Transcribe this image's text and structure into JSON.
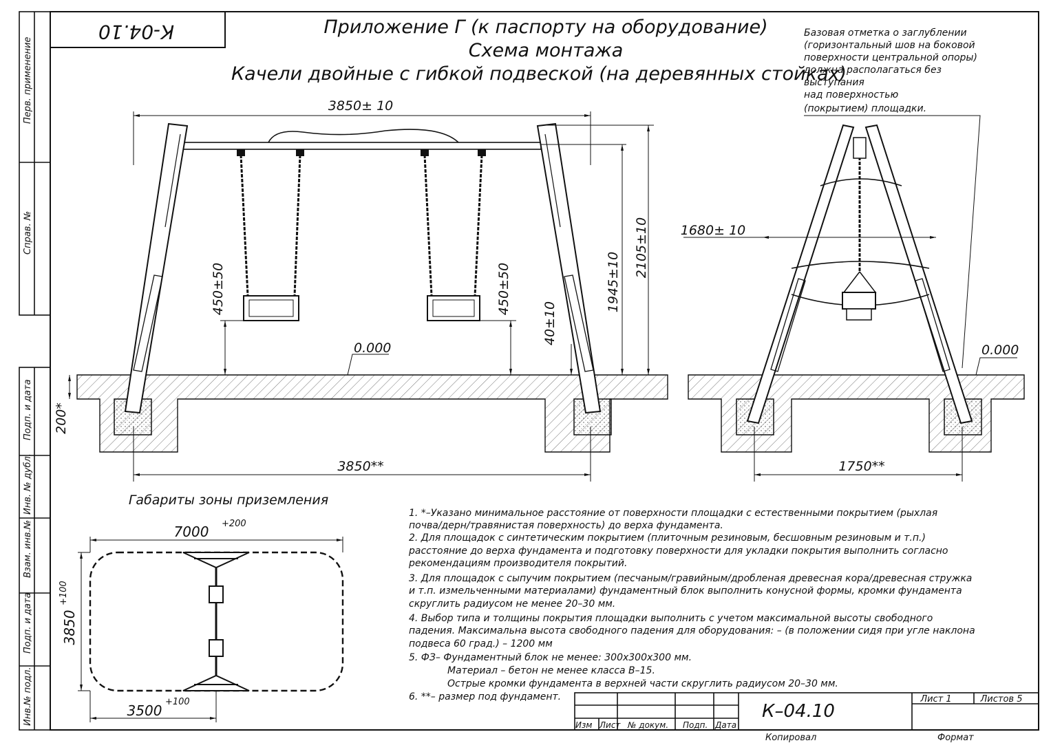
{
  "header": {
    "doc_code_rotated": "К-04.10",
    "title_line1": "Приложение Г (к паспорту на оборудование)",
    "title_line2": "Схема монтажа",
    "title_line3": "Качели двойные с гибкой подвеской (на деревянных стойках)"
  },
  "note_base": [
    "Базовая отметка о заглублении",
    "(горизонтальный шов на боковой",
    "поверхности центральной опоры)",
    "должна располагаться без",
    "выступания",
    "над поверхностью",
    "(покрытием) площадки."
  ],
  "side_strip": {
    "perv": "Перв. применение",
    "sprav": "Справ. №",
    "podp1": "Подп. и дата",
    "inv_dubl": "Инв. № дубл.",
    "vzam": "Взам. инв.№",
    "podp2": "Подп. и дата",
    "inv_podl": "Инв.№ подл."
  },
  "front_view": {
    "dim_top": "3850± 10",
    "dim_seat": "450±50",
    "dim_seat_right": "450±50",
    "dim_40": "40±10",
    "dim_1945": "1945±10",
    "dim_2105": "2105±10",
    "level": "0.000",
    "dim_200": "200*",
    "dim_bottom": "3850**"
  },
  "side_view": {
    "dim_top": "1680± 10",
    "level": "0.000",
    "dim_bottom": "1750**"
  },
  "landing_zone": {
    "title": "Габариты зоны приземления",
    "width": "7000",
    "width_tol": "+200",
    "height": "3850",
    "height_tol": "+100",
    "half": "3500",
    "half_tol": "+100"
  },
  "notes": [
    "1. *–Указано минимальное расстояние от поверхности площадки с естественными покрытием (рыхлая",
    "почва/дерн/травянистая поверхность) до верха фундамента.",
    "2. Для площадок с синтетическим покрытием (плиточным резиновым, бесшовным резиновым и т.п.)",
    "расстояние до верха фундамента и подготовку поверхности для укладки покрытия выполнить согласно",
    "рекомендациям производителя покрытий.",
    "3. Для площадок с сыпучим покрытием (песчаным/гравийным/дробленая древесная кора/древесная стружка",
    "и т.п. измельченными материалами) фундаментный блок выполнить конусной формы, кромки фундамента",
    "скруглить радиусом не менее 20–30 мм.",
    "4. Выбор типа и толщины покрытия площадки выполнить с учетом максимальной высоты свободного",
    "падения. Максимальна высота свободного падения для оборудования: – (в положении сидя при угле наклона",
    "подвеса 60 град.) – 1200 мм",
    "5. ФЗ– Фундаментный блок не менее: 300х300х300 мм.",
    "Материал – бетон не менее класса В–15.",
    "Острые кромки фундамента в верхней части скруглить радиусом 20–30 мм.",
    "6. **– размер под фундамент."
  ],
  "stamp": {
    "code": "К–04.10",
    "sheet": "Лист 1",
    "sheets": "Листов 5",
    "izm": "Изм",
    "list": "Лист",
    "n_dokum": "№ докум.",
    "podp": "Подп.",
    "data": "Дата",
    "kopiroval": "Копировал",
    "format": "Формат"
  }
}
